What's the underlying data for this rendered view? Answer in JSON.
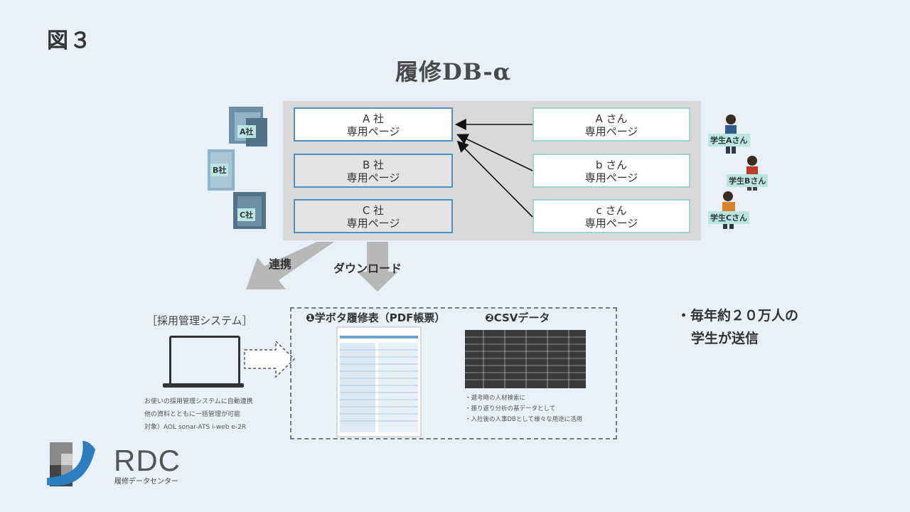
{
  "figure_label": "図３",
  "product": {
    "title": "履修DB-α"
  },
  "companies": [
    {
      "name": "A 社",
      "page_label": "専用ページ",
      "building_tag": "A社"
    },
    {
      "name": "B 社",
      "page_label": "専用ページ",
      "building_tag": "B社"
    },
    {
      "name": "C 社",
      "page_label": "専用ページ",
      "building_tag": "C社"
    }
  ],
  "students": [
    {
      "name": "A さん",
      "page_label": "専用ページ",
      "person_tag": "学生Aさん"
    },
    {
      "name": "b さん",
      "page_label": "専用ページ",
      "person_tag": "学生Bさん"
    },
    {
      "name": "c さん",
      "page_label": "専用ページ",
      "person_tag": "学生Cさん"
    }
  ],
  "flows": {
    "integration_label": "連携",
    "download_label": "ダウンロード"
  },
  "ats": {
    "title": "［採用管理システム］",
    "notes": [
      "お使いの採用管理システムに自動連携",
      "他の資料とともに一括管理が可能",
      "対象）AOL sonar-ATS i-web e-2R"
    ]
  },
  "downloads": {
    "pdf_label": "❶学ボタ履修表（PDF帳票）",
    "csv_label": "❷CSVデータ",
    "csv_notes": [
      "・選考時の人材検索に",
      "・振り返り分析の基データとして",
      "・入社後の人事DBとして様々な用途に活用"
    ]
  },
  "bullet": {
    "lines": [
      "・毎年約２０万人の",
      "学生が送信"
    ]
  },
  "logo": {
    "brand": "RDC",
    "subtitle": "履修データセンター"
  },
  "colors": {
    "background": "#e9f0f8",
    "panel": "#d9d9d9",
    "company_border": "#4a90c8",
    "student_border": "#9fd5cf",
    "tag": "#b9e6e1",
    "logo_blue": "#2b7fc0"
  }
}
